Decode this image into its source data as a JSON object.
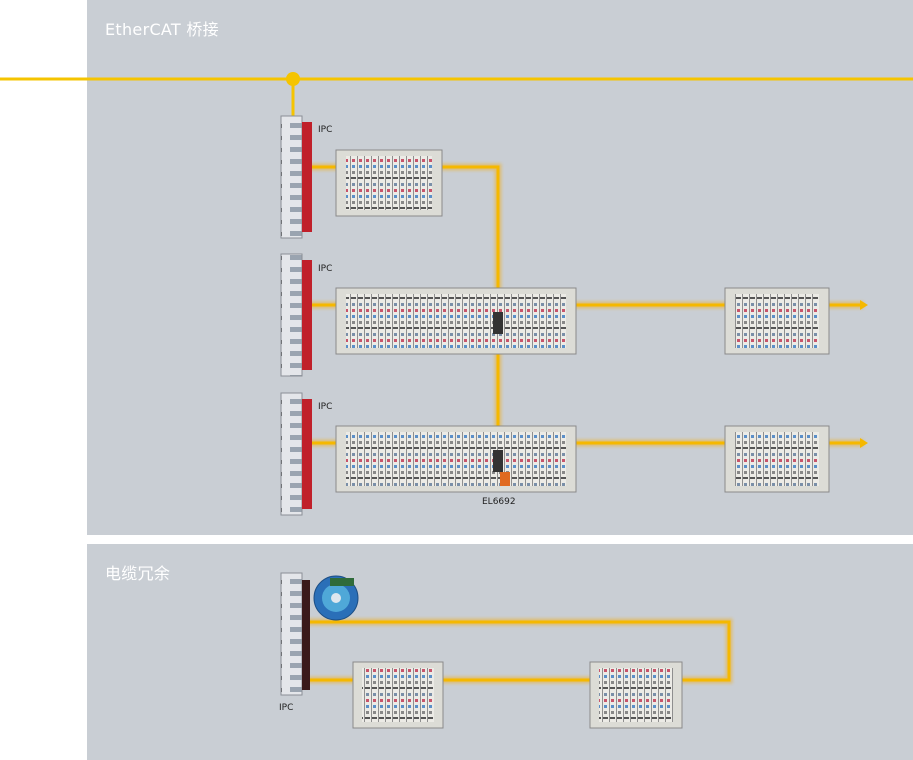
{
  "sections": {
    "bridge": {
      "title": "EtherCAT 桥接"
    },
    "redundancy": {
      "title": "电缆冗余"
    }
  },
  "labels": {
    "ipc_1": "IPC",
    "ipc_2": "IPC",
    "ipc_3": "IPC",
    "ipc_4": "IPC",
    "bridge_terminal": "EL6692"
  },
  "colors": {
    "bus_line": "#f5c400",
    "ethercat_cable": "#f7b500",
    "panel_bg": "#c9ced4",
    "ipc_red": "#c0202a"
  }
}
